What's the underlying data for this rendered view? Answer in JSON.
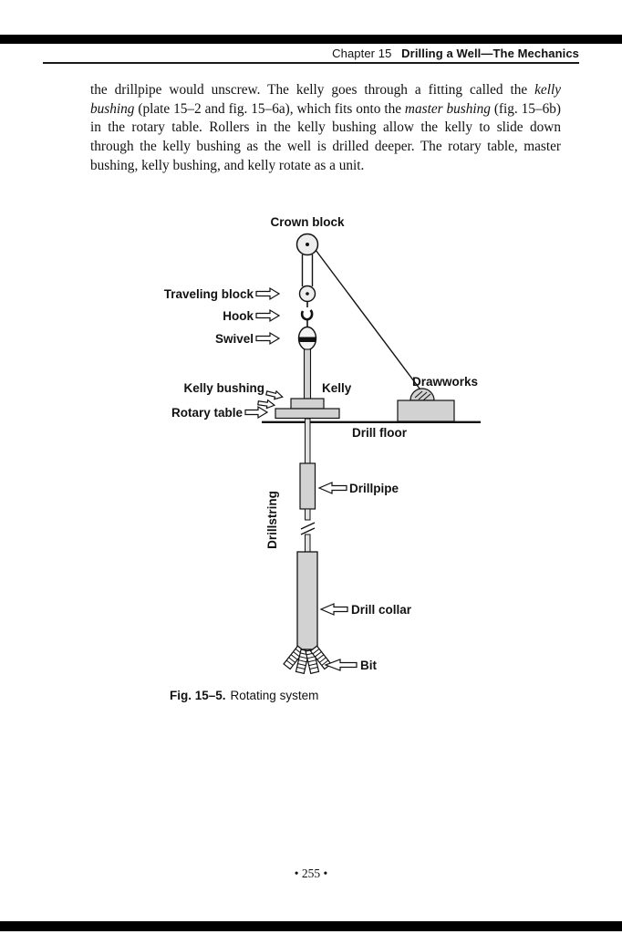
{
  "header": {
    "chapter": "Chapter 15",
    "title": "Drilling a Well—The Mechanics"
  },
  "paragraph": {
    "segments": [
      {
        "text": "the drillpipe would unscrew. The kelly goes through a fitting called the ",
        "style": "normal"
      },
      {
        "text": "kelly bushing",
        "style": "italic"
      },
      {
        "text": " (plate 15–2 and fig. 15–6a), which fits onto the ",
        "style": "normal"
      },
      {
        "text": "master bushing",
        "style": "italic"
      },
      {
        "text": " (fig. 15–6b) in the rotary table. Rollers in the kelly bushing allow the kelly to slide down through the kelly bushing as the well is drilled deeper. The rotary table, master bushing, kelly bushing, and kelly rotate as a unit.",
        "style": "normal"
      }
    ]
  },
  "figure": {
    "labels": {
      "crown_block": "Crown block",
      "traveling_block": "Traveling block",
      "hook": "Hook",
      "swivel": "Swivel",
      "kelly_bushing": "Kelly bushing",
      "kelly": "Kelly",
      "rotary_table": "Rotary table",
      "drawworks": "Drawworks",
      "drill_floor": "Drill floor",
      "drillpipe": "Drillpipe",
      "drillstring": "Drillstring",
      "drill_collar": "Drill collar",
      "bit": "Bit"
    },
    "caption_number": "Fig. 15–5.",
    "caption_text": "Rotating system"
  },
  "footer": {
    "page_number": "• 255 •"
  },
  "colors": {
    "ink": "#111111",
    "metal_fill": "#d2d2d2",
    "paper": "#ffffff"
  }
}
